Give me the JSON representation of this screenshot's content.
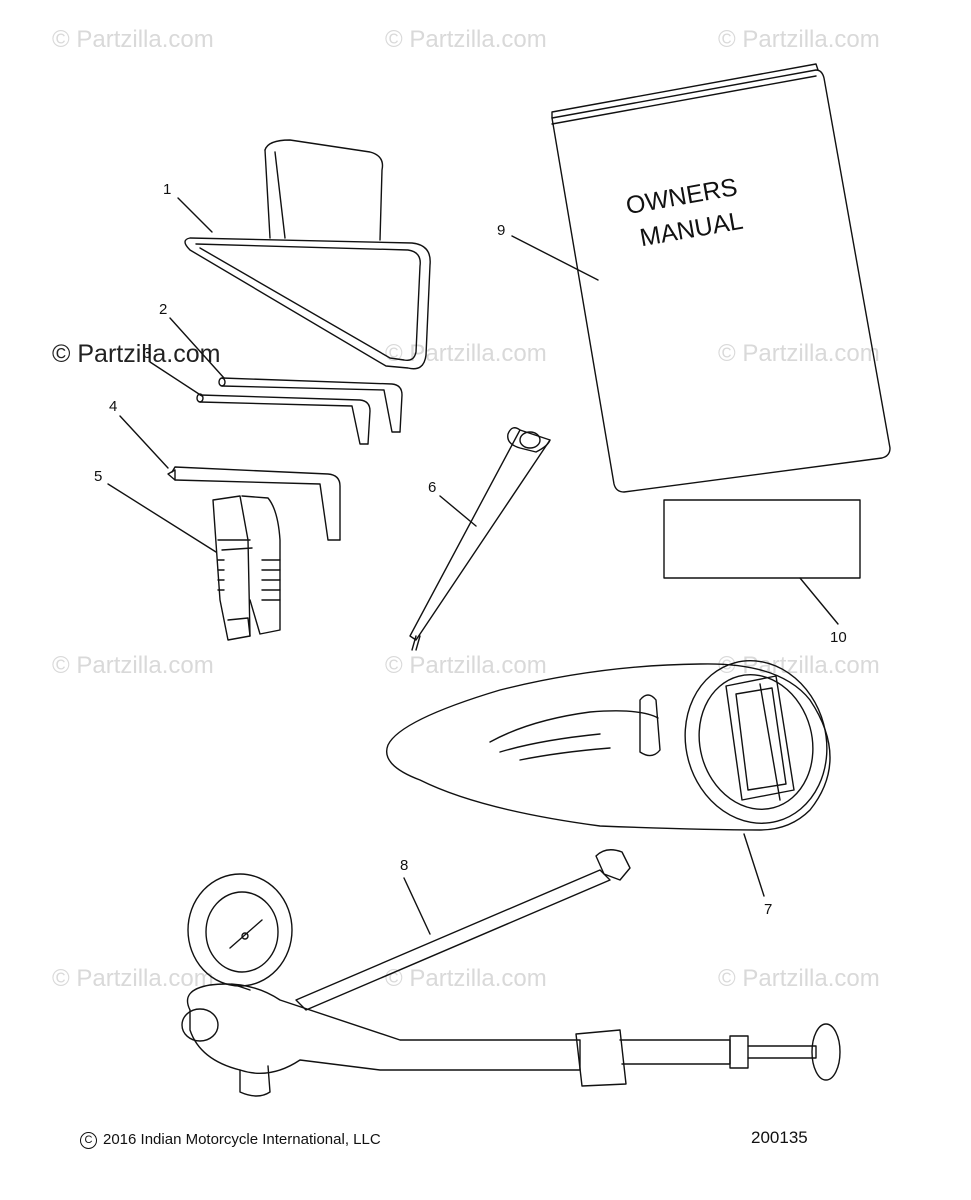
{
  "watermarks": [
    "© Partzilla.com",
    "© Partzilla.com",
    "© Partzilla.com",
    "© Partzilla.com",
    "© Partzilla.com",
    "© Partzilla.com",
    "© Partzilla.com",
    "© Partzilla.com",
    "© Partzilla.com",
    "© Partzilla.com",
    "© Partzilla.com",
    "© Partzilla.com",
    "© Partzilla.com"
  ],
  "callouts": {
    "c1": "1",
    "c2": "2",
    "c3": "3",
    "c4": "4",
    "c5": "5",
    "c6": "6",
    "c7": "7",
    "c8": "8",
    "c9": "9",
    "c10": "10"
  },
  "manual": {
    "line1": "OWNERS",
    "line2": "MANUAL"
  },
  "footer": {
    "copyright": "2016 Indian Motorcycle International, LLC",
    "copyright_symbol": "C",
    "diagram_number": "200135"
  }
}
